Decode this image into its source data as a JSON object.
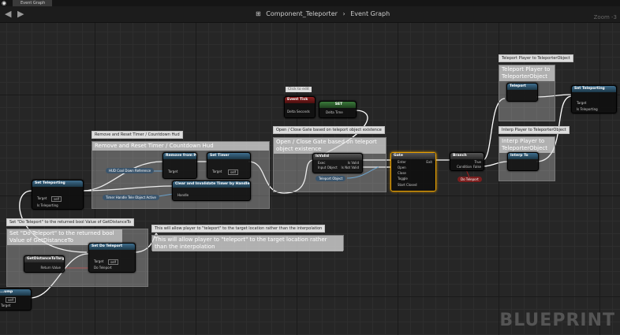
{
  "tab": {
    "label": "Event Graph"
  },
  "breadcrumb": {
    "component": "Component_Teleporter",
    "separator": "›",
    "graph": "Event Graph"
  },
  "zoom": "Zoom -3",
  "watermark": "BLUEPRINT",
  "comments": {
    "teleport_player": {
      "tooltip": "Teleport Player to TeleporterObject",
      "header": "Teleport Player to TeleporterObject"
    },
    "interp_player": {
      "tooltip": "Interp Player to TeleporterObject",
      "header": "Interp Player to TeleporterObject"
    },
    "open_close": {
      "tooltip": "Open / Close Gate based on teleport object existence",
      "header": "Open / Close Gate based on teleport object existence"
    },
    "remove_reset": {
      "tooltip": "Remove and Reset Timer / Countdown Hud",
      "header": "Remove and Reset Timer / Countdown Hud"
    },
    "set_do_teleport": {
      "tooltip": "Set \"Do Teleport\" to the returned bool Value of GetDistanceTo",
      "header": "Set \"Do Teleport\" to the returned bool Value of GetDistanceTo"
    },
    "allow_player": {
      "tooltip": "This will allow player to \"teleport\" to the target location rather than the interpolation",
      "header": "This will allow player to \"teleport\" to the target location rather than the interpolation"
    }
  },
  "click_edit": "Click to edit",
  "nodes": {
    "event_tick": {
      "title": "Event Tick",
      "pin1": "Delta Seconds"
    },
    "set_delta": {
      "title": "SET",
      "pin1": "Delta Time"
    },
    "is_valid": {
      "title": "IsValid",
      "exec": "Exec",
      "input": "Input Object",
      "valid": "Is Valid",
      "not_valid": "Is Not Valid"
    },
    "teleport_object": {
      "label": "Teleport Object"
    },
    "gate": {
      "title": "Gate",
      "enter": "Enter",
      "open": "Open",
      "close": "Close",
      "toggle": "Toggle",
      "start_closed": "Start Closed",
      "exit": "Exit"
    },
    "branch": {
      "title": "Branch",
      "condition": "Condition",
      "true": "True",
      "false": "False"
    },
    "do_teleport_var": {
      "label": "Do Teleport"
    },
    "teleport_node": {
      "title": "Teleport"
    },
    "set_teleporting_right": {
      "title": "Set Teleporting",
      "target": "Target",
      "pin": "Is Teleporting"
    },
    "interp_to": {
      "title": "Interp To"
    },
    "remove_from_parent": {
      "title": "Remove from Parent",
      "target": "Target"
    },
    "set_timer": {
      "title": "Set Timer",
      "target": "Target",
      "self": "self"
    },
    "hud_countdown": {
      "label": "HUD Cool Down Reference"
    },
    "clear_invalidate": {
      "title": "Clear and Invalidate Timer by Handle",
      "handle": "Handle"
    },
    "timer_handle": {
      "label": "Timer Handle Tele Object Active"
    },
    "set_teleporting_left": {
      "title": "Set Teleporting",
      "target": "Target",
      "self": "self",
      "pin": "Is Teleporting"
    },
    "get_distance": {
      "title": "GetDistanceToTarget",
      "ret": "Return Value"
    },
    "set_do_teleport": {
      "title": "Set Do Teleport",
      "target": "Target",
      "self": "self",
      "pin": "Do Teleport"
    },
    "bottom_left": {
      "title": "...ump",
      "target": "Target",
      "self": "self"
    }
  }
}
